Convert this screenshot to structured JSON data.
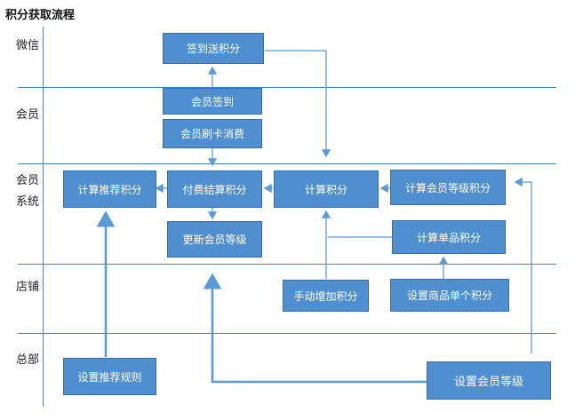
{
  "title": "积分获取流程",
  "lanes": [
    {
      "label": "微信"
    },
    {
      "label": "会员"
    },
    {
      "label": "会员系统"
    },
    {
      "label": "店铺"
    },
    {
      "label": "总部"
    }
  ],
  "nodes": {
    "checkin_bonus": "签到送积分",
    "member_checkin": "会员签到",
    "member_card_spend": "会员刷卡消费",
    "calc_referral_points": "计算推荐积分",
    "payment_settle_points": "付费结算积分",
    "calc_points": "计算积分",
    "calc_level_points": "计算会员等级积分",
    "update_member_level": "更新会员等级",
    "calc_item_points": "计算单品积分",
    "manual_add_points": "手动增加积分",
    "set_item_points": "设置商品单个积分",
    "set_referral_rules": "设置推荐规则",
    "set_member_level": "设置会员等级"
  },
  "colors": {
    "box_fill": "#4f8fd0",
    "line": "#4a7fb8",
    "arrow": "#5b9bd5"
  }
}
